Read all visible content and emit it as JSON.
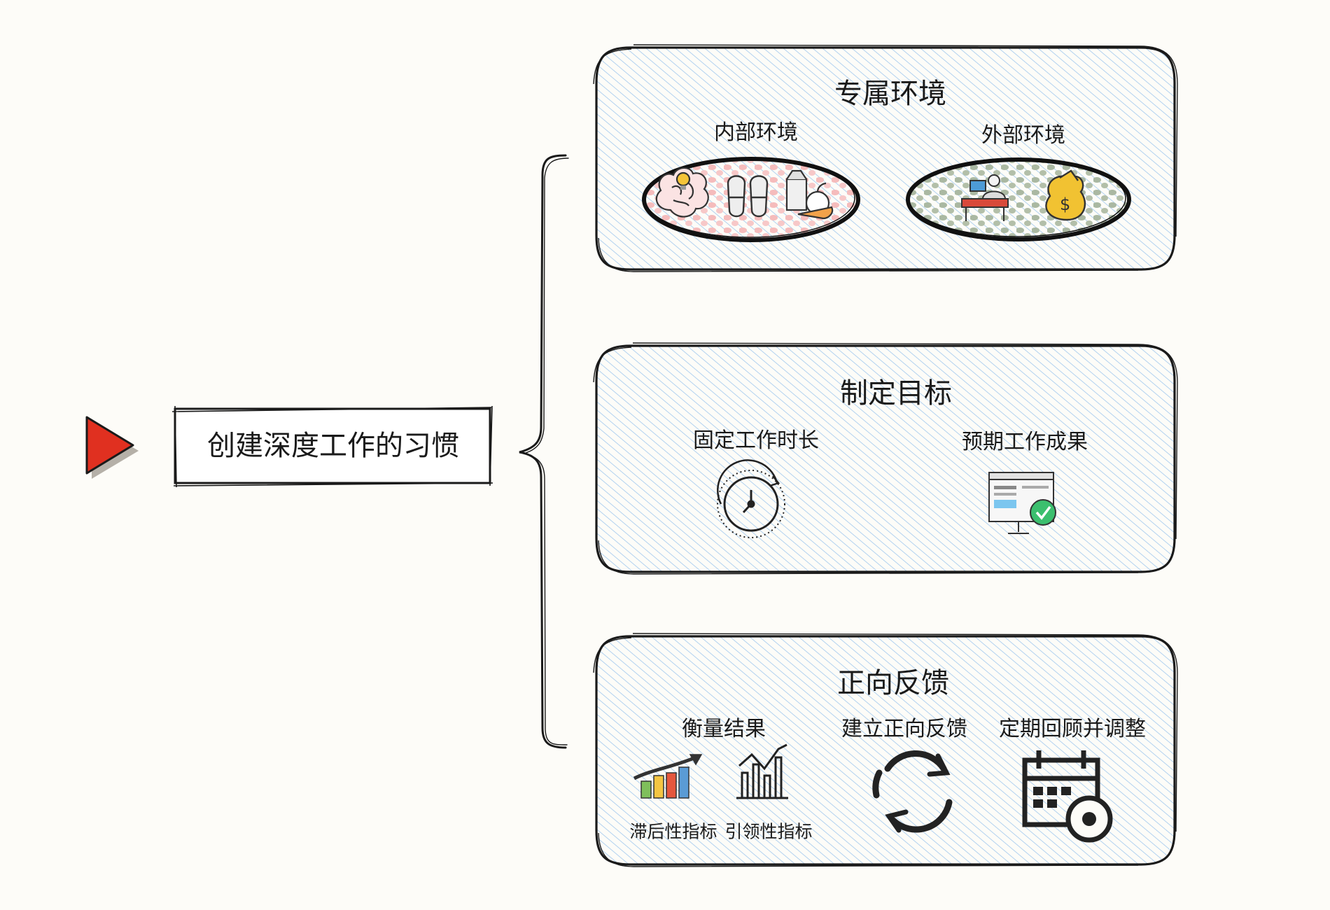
{
  "root": {
    "label": "创建深度工作的习惯"
  },
  "panels": [
    {
      "title": "专属环境",
      "groups": [
        {
          "label": "内部环境",
          "icons": [
            "brain-lightbulb-icon",
            "slippers-icon",
            "groceries-icon"
          ]
        },
        {
          "label": "外部环境",
          "icons": [
            "desk-worker-icon",
            "money-bag-icon"
          ]
        }
      ]
    },
    {
      "title": "制定目标",
      "groups": [
        {
          "label": "固定工作时长",
          "icons": [
            "stopwatch-icon"
          ]
        },
        {
          "label": "预期工作成果",
          "icons": [
            "monitor-check-icon"
          ]
        }
      ]
    },
    {
      "title": "正向反馈",
      "groups": [
        {
          "label": "衡量结果",
          "icons": [
            "bar-growth-chart-icon",
            "line-bar-chart-icon"
          ],
          "sublabels": [
            "滞后性指标",
            "引领性指标"
          ]
        },
        {
          "label": "建立正向反馈",
          "icons": [
            "refresh-cycle-icon"
          ]
        },
        {
          "label": "定期回顾并调整",
          "icons": [
            "calendar-review-icon"
          ]
        }
      ]
    }
  ],
  "colors": {
    "panel_hatch": "#a9cdef",
    "stroke": "#1a1a1a",
    "arrow_red": "#e03020",
    "pink_dots": "#f5b5b5",
    "green_dots": "#a6b39d"
  }
}
